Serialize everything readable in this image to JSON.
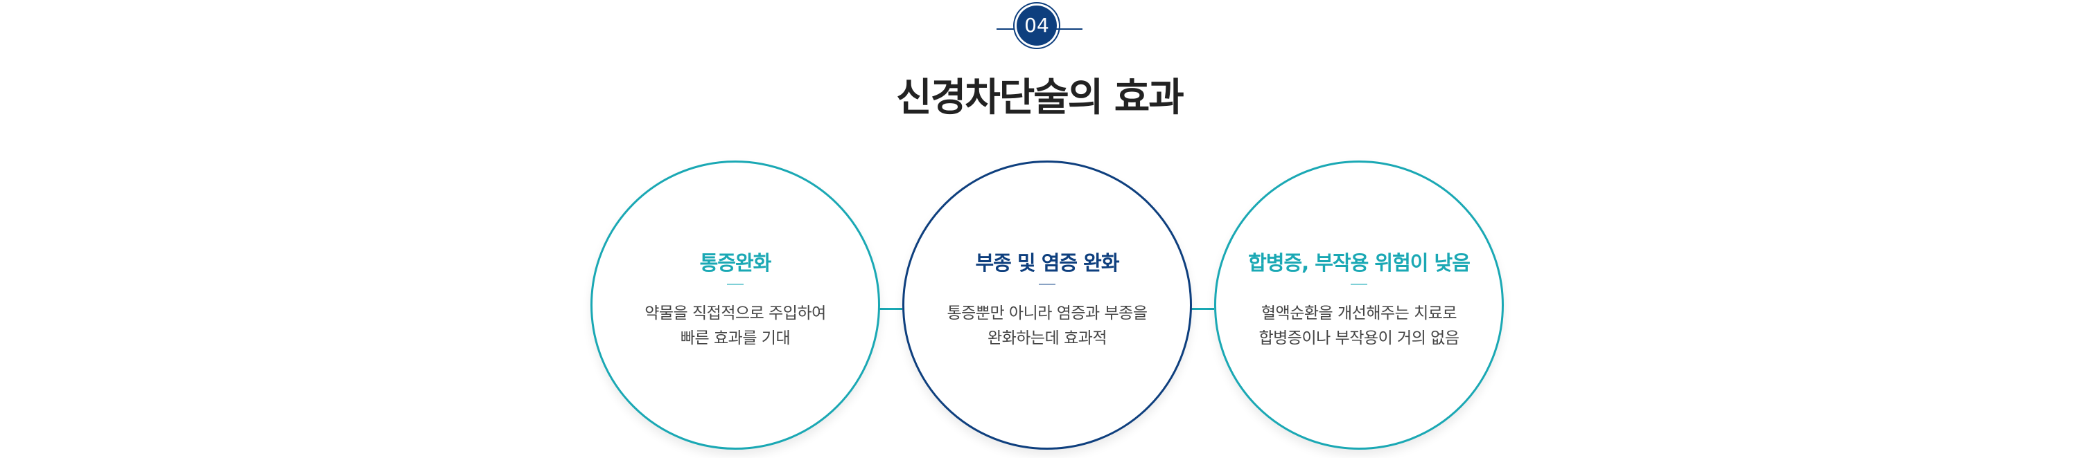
{
  "badge": {
    "number": "04"
  },
  "title": "신경차단술의 효과",
  "colors": {
    "teal": "#1aa8b4",
    "navy": "#0e3f7e",
    "title": "#222222",
    "text": "#444444"
  },
  "items": [
    {
      "title": "통증완화",
      "lines": [
        "약물을 직접적으로 주입하여",
        "빠른 효과를 기대"
      ],
      "accent": "teal"
    },
    {
      "title": "부종 및 염증 완화",
      "lines": [
        "통증뿐만 아니라 염증과 부종을",
        "완화하는데 효과적"
      ],
      "accent": "navy"
    },
    {
      "title": "합병증, 부작용 위험이 낮음",
      "lines": [
        "혈액순환을 개선해주는 치료로",
        "합병증이나 부작용이 거의 없음"
      ],
      "accent": "teal"
    }
  ]
}
